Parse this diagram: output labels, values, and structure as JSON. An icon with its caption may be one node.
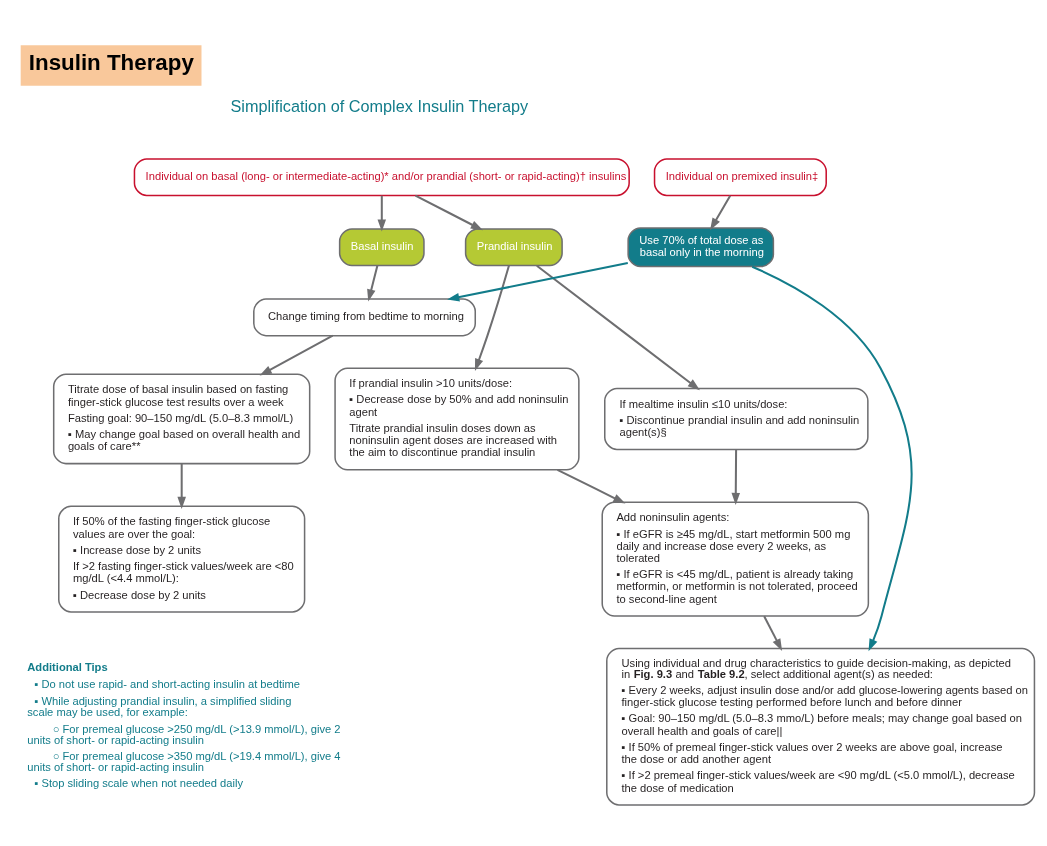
{
  "diagram": {
    "title": "Insulin Therapy",
    "nodes": [
      {
        "text": [
          "Individual on basal (long- or intermediate-acting)* and/or prandial (short- or rapid-acting)† insulins"
        ]
      },
      {
        "text": [
          "Individual on premixed insulin‡"
        ]
      },
      {
        "text": [
          "Basal insulin"
        ]
      },
      {
        "text": [
          "Prandial insulin"
        ]
      },
      {
        "text": [
          "Use 70% of total dose as basal only in the morning"
        ]
      },
      {
        "text": [
          "Change timing from bedtime to morning"
        ]
      },
      {
        "text": [
          "Titrate dose of basal insulin based on fasting finger-stick glucose test results over a week",
          "Fasting goal: 90–150 mg/dL (5.0–8.3 mmol/L)",
          "▪ May change goal based on overall health and goals of care**"
        ]
      },
      {
        "text": [
          "If prandial insulin >10 units/dose:",
          "▪ Decrease dose by 50% and add noninsulin agent",
          "Titrate prandial insulin doses down as noninsulin agent doses are increased with the aim to discontinue prandial insulin"
        ]
      },
      {
        "text": [
          "If mealtime insulin ≤10 units/dose:",
          "▪ Discontinue prandial insulin and add noninsulin agent(s)§"
        ]
      },
      {
        "text": [
          "If 50% of the fasting finger-stick glucose values are over the goal:",
          "▪ Increase dose by 2 units",
          "If >2 fasting finger-stick values/week are <80 mg/dL (<4.4 mmol/L):",
          "▪ Decrease dose by 2 units"
        ]
      },
      {
        "text": [
          "Add noninsulin agents:",
          "▪ If eGFR is ≥45 mg/dL, start metformin 500 mg daily and increase dose every 2 weeks, as tolerated",
          "▪ If eGFR is <45 mg/dL, patient is already taking metformin, or metformin is not tolerated, proceed to second-line agent"
        ]
      },
      {
        "text": [
          "Using individual and drug characteristics to guide decision-making, as depicted in **Fig. 9.3** and **Table 9.2**, select additional agent(s) as needed:",
          "▪ Every 2 weeks, adjust insulin dose and/or add glucose-lowering agents based on finger-stick glucose testing performed before lunch and before dinner",
          "▪ Goal: 90–150 mg/dL (5.0–8.3 mmo/L) before meals; may change goal based on overall health and goals of care||",
          "▪ If 50% of premeal finger-stick values over 2 weeks are above goal, increase the dose or add another agent",
          "▪ If >2 premeal finger-stick values/week are <90 mg/dL (<5.0 mmol/L), decrease the dose of medication"
        ]
      }
    ],
    "edges": [
      {
        "from": 0,
        "to": 2,
        "arrow": "to"
      },
      {
        "from": 0,
        "to": 3,
        "arrow": "to"
      },
      {
        "from": 1,
        "to": 4,
        "arrow": "to"
      },
      {
        "from": 2,
        "to": 5,
        "arrow": "to"
      },
      {
        "from": 4,
        "to": 5,
        "arrow": "to",
        "color": "#127c8a"
      },
      {
        "from": 3,
        "to": 7,
        "arrow": "to"
      },
      {
        "from": 3,
        "to": 8,
        "arrow": "to"
      },
      {
        "from": 5,
        "to": 6,
        "arrow": "to"
      },
      {
        "from": 6,
        "to": 9,
        "arrow": "to"
      },
      {
        "from": 7,
        "to": 10,
        "arrow": "to"
      },
      {
        "from": 8,
        "to": 10,
        "arrow": "to"
      },
      {
        "from": 10,
        "to": 11,
        "arrow": "to"
      },
      {
        "from": 4,
        "to": 11,
        "arrow": "to",
        "color": "#127c8a"
      }
    ],
    "labels": [
      "Simplification of Complex Insulin Therapy",
      "Additional Tips",
      "▪ Do not use rapid- and short-acting insulin at bedtime",
      "▪ While adjusting prandial insulin, a simplified sliding scale may be used, for example:",
      "○ For premeal glucose >250 mg/dL (>13.9 mmol/L), give 2 units of short- or rapid-acting insulin",
      "○ For premeal glucose >350 mg/dL (>19.4 mmol/L), give 4 units of short- or rapid-acting insulin",
      "▪ Stop sliding scale when not needed daily"
    ]
  }
}
